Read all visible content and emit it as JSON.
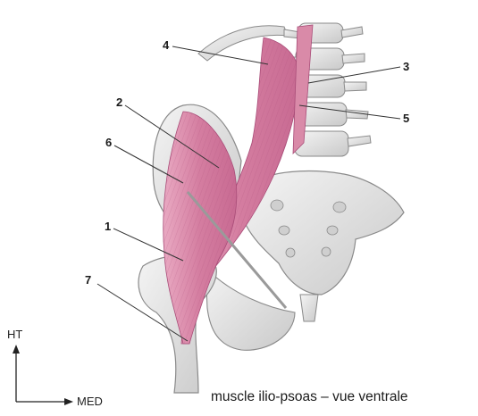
{
  "labels": {
    "l1": "1",
    "l2": "2",
    "l3": "3",
    "l4": "4",
    "l5": "5",
    "l6": "6",
    "l7": "7"
  },
  "orientation": {
    "up": "HT",
    "right": "MED"
  },
  "caption": "muscle ilio-psoas – vue ventrale",
  "colors": {
    "muscle": "#d98aa8",
    "muscle_dark": "#b85a82",
    "bone": "#e6e6e6",
    "bone_shadow": "#b8b8b8",
    "outline": "#8a8a8a",
    "leader": "#333333"
  }
}
